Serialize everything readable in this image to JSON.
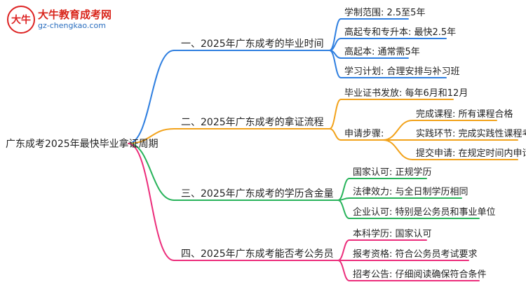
{
  "logo": {
    "badge_text": "大牛",
    "site_name": "大牛教育成考网",
    "site_url": "gz-chengkao.com"
  },
  "colors": {
    "branch1": "#2f7fe0",
    "branch2": "#f2a21a",
    "branch3": "#27b35a",
    "branch4": "#ec2d7b"
  },
  "root": {
    "label": "广东成考2025年最快毕业拿证周期"
  },
  "branches": [
    {
      "label": "一、2025年广东成考的毕业时间",
      "children": [
        {
          "label": "学制范围: 2.5至5年"
        },
        {
          "label": "高起专和专升本: 最快2.5年"
        },
        {
          "label": "高起本: 通常需5年"
        },
        {
          "label": "学习计划: 合理安排与补习班"
        }
      ]
    },
    {
      "label": "二、2025年广东成考的拿证流程",
      "children": [
        {
          "label": "毕业证书发放: 每年6月和12月"
        },
        {
          "label": "申请步骤:",
          "children": [
            {
              "label": "完成课程: 所有课程合格"
            },
            {
              "label": "实践环节: 完成实践性课程考核"
            },
            {
              "label": "提交申请: 在规定时间内申请"
            }
          ]
        }
      ]
    },
    {
      "label": "三、2025年广东成考的学历含金量",
      "children": [
        {
          "label": "国家认可: 正规学历"
        },
        {
          "label": "法律效力: 与全日制学历相同"
        },
        {
          "label": "企业认可: 特别是公务员和事业单位"
        }
      ]
    },
    {
      "label": "四、2025年广东成考能否考公务员",
      "children": [
        {
          "label": "本科学历: 国家认可"
        },
        {
          "label": "报考资格: 符合公务员考试要求"
        },
        {
          "label": "招考公告: 仔细阅读确保符合条件"
        }
      ]
    }
  ]
}
